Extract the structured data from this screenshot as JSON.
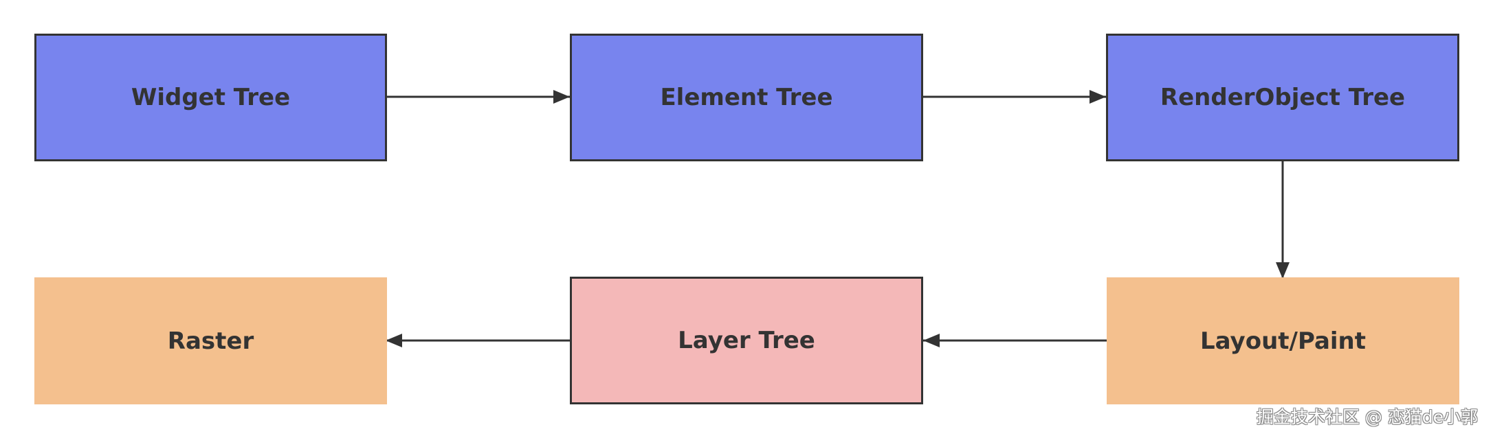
{
  "colors": {
    "blue_fill": "#7884ee",
    "orange_fill": "#f4c08e",
    "pink_fill": "#f4b8b8",
    "stroke": "#333333",
    "text": "#333333",
    "background": "#ffffff"
  },
  "nodes": {
    "widget_tree": {
      "label": "Widget Tree"
    },
    "element_tree": {
      "label": "Element Tree"
    },
    "renderobject_tree": {
      "label": "RenderObject Tree"
    },
    "layout_paint": {
      "label": "Layout/Paint"
    },
    "layer_tree": {
      "label": "Layer Tree"
    },
    "raster": {
      "label": "Raster"
    }
  },
  "edges": [
    {
      "from": "Widget Tree",
      "to": "Element Tree"
    },
    {
      "from": "Element Tree",
      "to": "RenderObject Tree"
    },
    {
      "from": "RenderObject Tree",
      "to": "Layout/Paint"
    },
    {
      "from": "Layout/Paint",
      "to": "Layer Tree"
    },
    {
      "from": "Layer Tree",
      "to": "Raster"
    }
  ],
  "watermark": {
    "text": "掘金技术社区 @ 恋猫de小郭"
  }
}
